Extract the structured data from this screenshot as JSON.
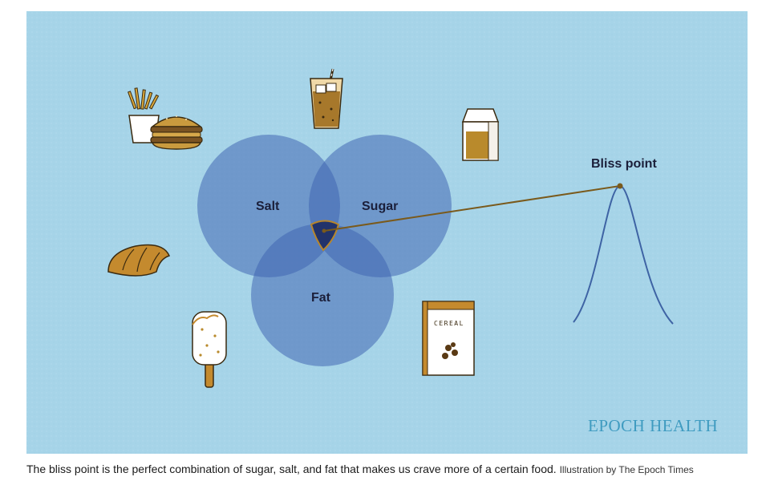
{
  "diagram": {
    "circles": [
      {
        "label": "Salt"
      },
      {
        "label": "Sugar"
      },
      {
        "label": "Fat"
      }
    ],
    "bliss_label": "Bliss point",
    "brand": "EPOCH HEALTH",
    "food_icons": [
      "fries-icon",
      "burger-icon",
      "iced-drink-icon",
      "milk-carton-icon",
      "croissant-icon",
      "ice-cream-bar-icon",
      "cereal-box-icon"
    ],
    "cereal_box_text": "CEREAL",
    "colors": {
      "background": "#a6d4e8",
      "circle": "#3d62b0",
      "overlap_center": "#22336b",
      "connector": "#7a5a1c",
      "curve": "#3e63a4",
      "brand": "#3f9bc0"
    }
  },
  "caption": {
    "text": "The bliss point is the perfect combination of sugar, salt, and fat that makes us crave more of a certain food.",
    "credit": "Illustration by The Epoch Times"
  }
}
